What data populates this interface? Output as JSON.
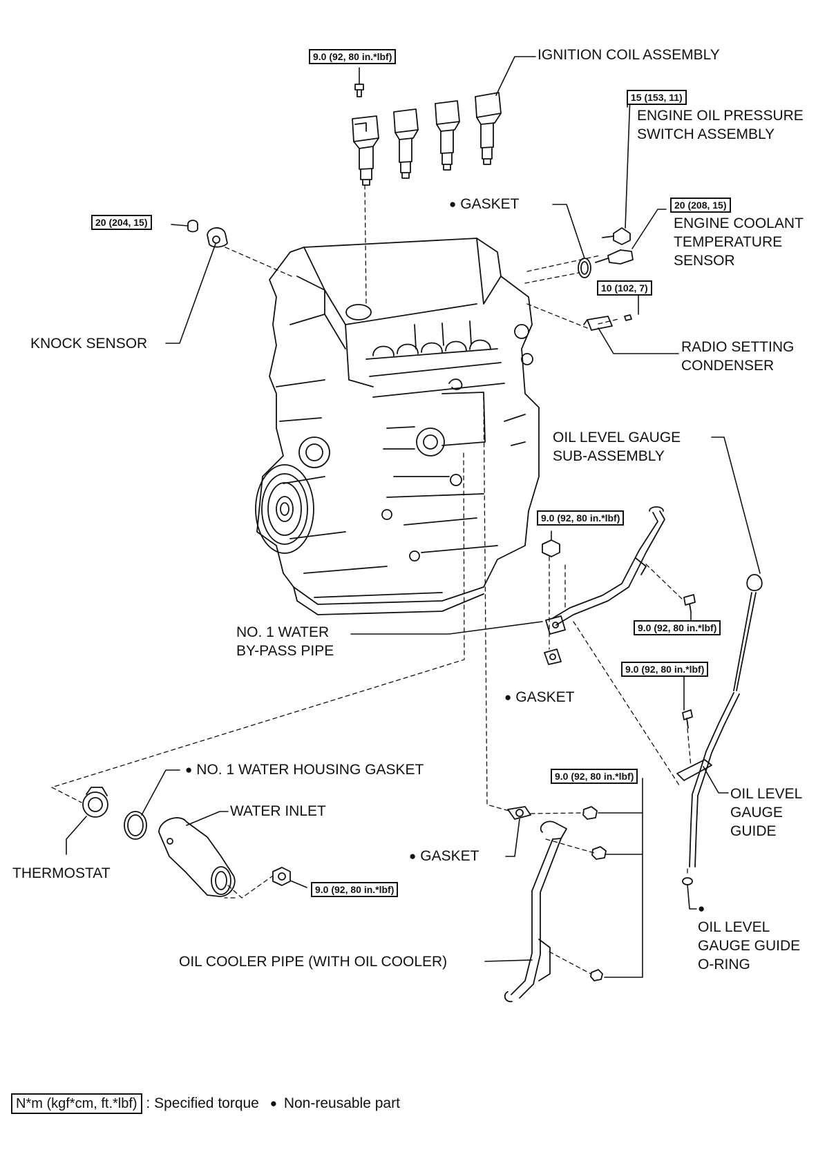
{
  "parts": {
    "ignition_coil": "IGNITION COIL ASSEMBLY",
    "oil_pressure_switch": [
      "ENGINE OIL PRESSURE",
      "SWITCH ASSEMBLY"
    ],
    "gasket_top": "GASKET",
    "coolant_temp_sensor": [
      "ENGINE COOLANT",
      "TEMPERATURE",
      "SENSOR"
    ],
    "knock_sensor": "KNOCK SENSOR",
    "radio_condenser": [
      "RADIO SETTING",
      "CONDENSER"
    ],
    "oil_level_gauge": [
      "OIL LEVEL GAUGE",
      "SUB-ASSEMBLY"
    ],
    "water_bypass_pipe": [
      "NO. 1 WATER",
      "BY-PASS PIPE"
    ],
    "gasket_mid": "GASKET",
    "water_housing_gasket": "NO. 1 WATER HOUSING GASKET",
    "water_inlet": "WATER INLET",
    "thermostat": "THERMOSTAT",
    "gasket_low": "GASKET",
    "gauge_guide": [
      "OIL LEVEL",
      "GAUGE",
      "GUIDE"
    ],
    "oil_cooler_pipe": "OIL COOLER PIPE (WITH OIL COOLER)",
    "gauge_oring": [
      "OIL LEVEL",
      "GAUGE GUIDE",
      "O-RING"
    ]
  },
  "torque": {
    "coil_bolt": "9.0 (92, 80 in.*lbf)",
    "oil_pressure_switch": "15 (153, 11)",
    "coolant_sensor": "20 (208, 15)",
    "knock_sensor": "20 (204, 15)",
    "condenser": "10 (102, 7)",
    "bypass_nut": "9.0 (92, 80 in.*lbf)",
    "bypass_bolt": "9.0 (92, 80 in.*lbf)",
    "guide_bolt": "9.0 (92, 80 in.*lbf)",
    "cooler_pipe": "9.0 (92, 80 in.*lbf)",
    "water_inlet": "9.0 (92, 80 in.*lbf)"
  },
  "legend": {
    "torque_box": "N*m (kgf*cm, ft.*lbf)",
    "torque_text": ": Specified torque",
    "nonreusable_text": "Non-reusable part"
  }
}
